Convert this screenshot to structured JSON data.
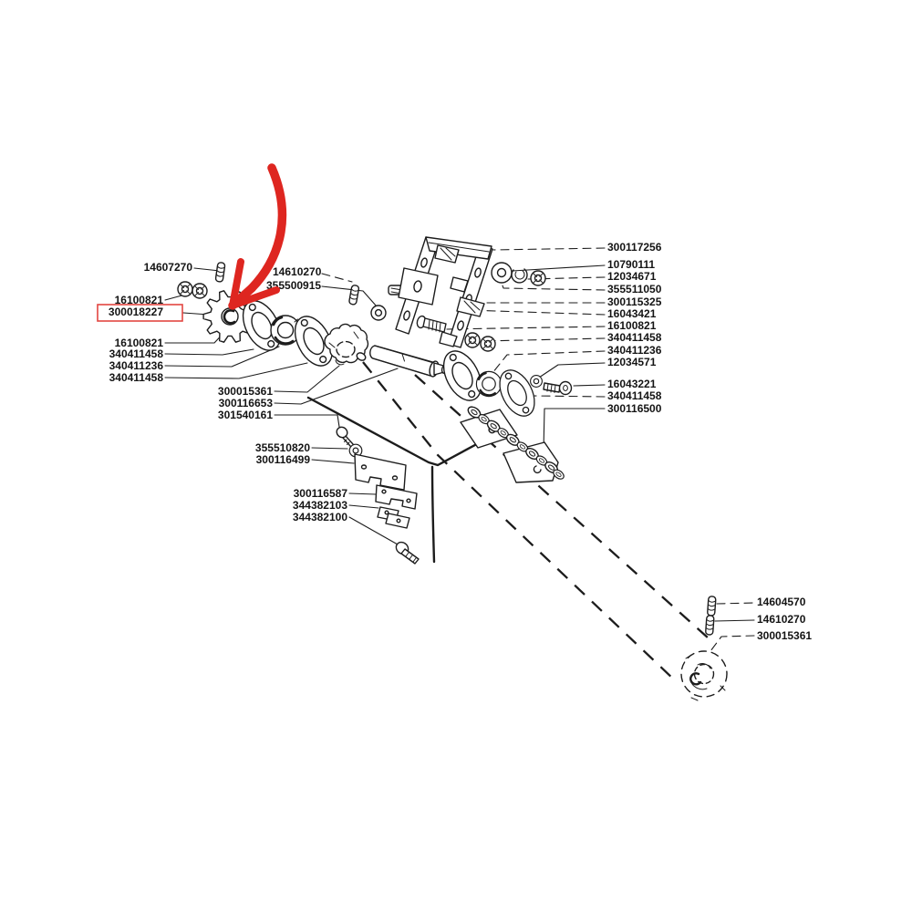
{
  "page": {
    "type": "exploded-parts-diagram",
    "background_color": "#ffffff",
    "line_color": "#1c1c1c"
  },
  "highlight": {
    "color": "#de2620",
    "boxed_part_number": "300018227",
    "arrow_target": "sprocket"
  },
  "labels": {
    "left_column": [
      "14607270",
      "16100821",
      "300018227",
      "16100821",
      "340411458",
      "340411236",
      "340411458"
    ],
    "top_center": [
      "14610270",
      "355500915"
    ],
    "center_left": [
      "300015361",
      "300116653",
      "301540161"
    ],
    "lower_left": [
      "355510820",
      "300116499"
    ],
    "bottom_left": [
      "300116587",
      "344382103",
      "344382100"
    ],
    "right_column": [
      "300117256",
      "10790111",
      "12034671",
      "355511050",
      "300115325",
      "16043421",
      "16100821",
      "340411458",
      "340411236",
      "12034571",
      "16043221",
      "340411458",
      "300116500"
    ],
    "bottom_right": [
      "14604570",
      "14610270",
      "300015361"
    ]
  }
}
